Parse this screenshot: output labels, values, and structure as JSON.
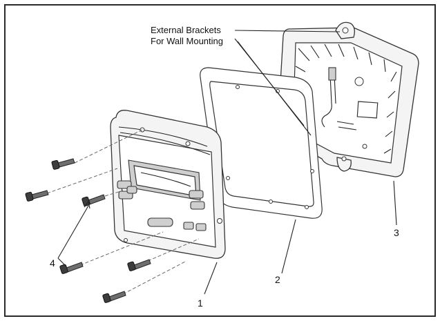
{
  "figure": {
    "bracket_label_line1": "External Brackets",
    "bracket_label_line2": "For Wall Mounting",
    "callouts": {
      "c1": "1",
      "c2": "2",
      "c3": "3",
      "c4": "4"
    }
  }
}
